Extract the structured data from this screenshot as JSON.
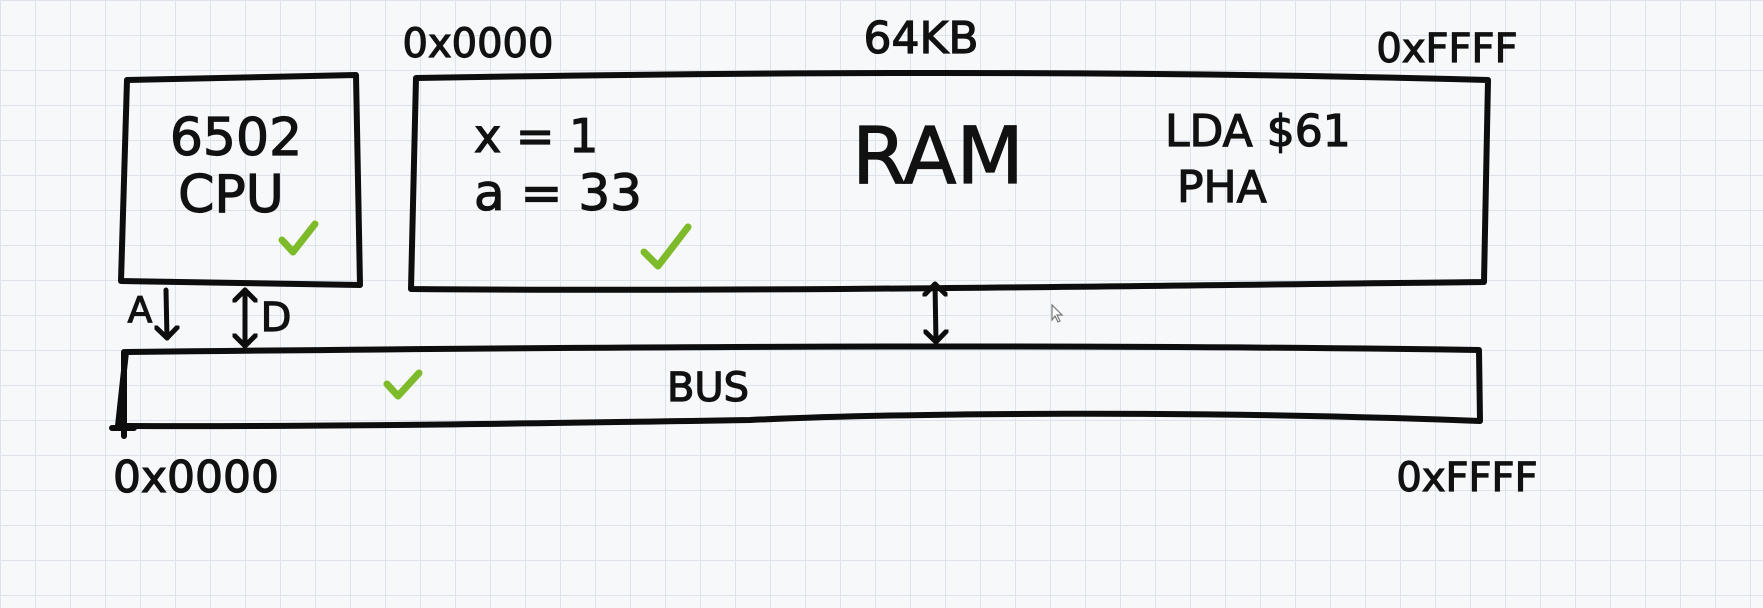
{
  "colors": {
    "ink": "#0d0d0d",
    "check": "#7dbb2a",
    "grid": "#dde3ea",
    "paper": "#f7f8fa"
  },
  "cpu": {
    "line1": "6502",
    "line2": "CPU",
    "status_icon": "check-icon"
  },
  "ram": {
    "start_address": "0x0000",
    "end_address": "0xFFFF",
    "size": "64KB",
    "label": "RAM",
    "variables": [
      "x = 1",
      "a = 33"
    ],
    "code": [
      "LDA $61",
      "PHA"
    ],
    "status_icon": "check-icon"
  },
  "bus": {
    "label": "BUS",
    "start_address": "0x0000",
    "end_address": "0xFFFF",
    "status_icon": "check-icon",
    "address_line": {
      "label": "A",
      "direction": "cpu-to-bus"
    },
    "data_line": {
      "label": "D",
      "direction": "bidirectional"
    },
    "ram_line": {
      "direction": "bidirectional"
    }
  },
  "cursor_icon": "mouse-pointer-icon"
}
